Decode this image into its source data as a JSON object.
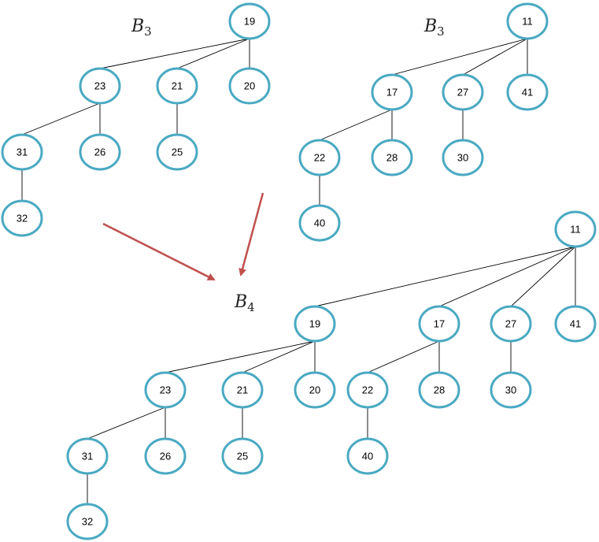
{
  "colors": {
    "node_outline": "#4aa9c2",
    "edge": "#000000",
    "arrow": "#c0504d",
    "background": "#ffffff"
  },
  "labels": {
    "left_tree": {
      "base": "B",
      "sub": "3"
    },
    "right_tree": {
      "base": "B",
      "sub": "3"
    },
    "merged_tree": {
      "base": "B",
      "sub": "4"
    }
  },
  "trees": {
    "left": {
      "nodes": [
        {
          "id": "L19",
          "key": "19"
        },
        {
          "id": "L23",
          "key": "23"
        },
        {
          "id": "L21",
          "key": "21"
        },
        {
          "id": "L20",
          "key": "20"
        },
        {
          "id": "L31",
          "key": "31"
        },
        {
          "id": "L26",
          "key": "26"
        },
        {
          "id": "L25",
          "key": "25"
        },
        {
          "id": "L32",
          "key": "32"
        }
      ],
      "edges": [
        [
          "L19",
          "L23"
        ],
        [
          "L19",
          "L21"
        ],
        [
          "L19",
          "L20"
        ],
        [
          "L23",
          "L31"
        ],
        [
          "L23",
          "L26"
        ],
        [
          "L21",
          "L25"
        ],
        [
          "L31",
          "L32"
        ]
      ]
    },
    "right": {
      "nodes": [
        {
          "id": "R11",
          "key": "11"
        },
        {
          "id": "R17",
          "key": "17"
        },
        {
          "id": "R27",
          "key": "27"
        },
        {
          "id": "R41",
          "key": "41"
        },
        {
          "id": "R22",
          "key": "22"
        },
        {
          "id": "R28",
          "key": "28"
        },
        {
          "id": "R30",
          "key": "30"
        },
        {
          "id": "R40",
          "key": "40"
        }
      ],
      "edges": [
        [
          "R11",
          "R17"
        ],
        [
          "R11",
          "R27"
        ],
        [
          "R11",
          "R41"
        ],
        [
          "R17",
          "R22"
        ],
        [
          "R17",
          "R28"
        ],
        [
          "R27",
          "R30"
        ],
        [
          "R22",
          "R40"
        ]
      ]
    },
    "merged": {
      "nodes": [
        {
          "id": "M11",
          "key": "11"
        },
        {
          "id": "M19",
          "key": "19"
        },
        {
          "id": "M17",
          "key": "17"
        },
        {
          "id": "M27",
          "key": "27"
        },
        {
          "id": "M41",
          "key": "41"
        },
        {
          "id": "M23",
          "key": "23"
        },
        {
          "id": "M21",
          "key": "21"
        },
        {
          "id": "M20",
          "key": "20"
        },
        {
          "id": "M22",
          "key": "22"
        },
        {
          "id": "M28",
          "key": "28"
        },
        {
          "id": "M30",
          "key": "30"
        },
        {
          "id": "M31",
          "key": "31"
        },
        {
          "id": "M26",
          "key": "26"
        },
        {
          "id": "M25",
          "key": "25"
        },
        {
          "id": "M40",
          "key": "40"
        },
        {
          "id": "M32",
          "key": "32"
        }
      ],
      "edges": [
        [
          "M11",
          "M19"
        ],
        [
          "M11",
          "M17"
        ],
        [
          "M11",
          "M27"
        ],
        [
          "M11",
          "M41"
        ],
        [
          "M19",
          "M23"
        ],
        [
          "M19",
          "M21"
        ],
        [
          "M19",
          "M20"
        ],
        [
          "M17",
          "M22"
        ],
        [
          "M17",
          "M28"
        ],
        [
          "M27",
          "M30"
        ],
        [
          "M23",
          "M31"
        ],
        [
          "M23",
          "M26"
        ],
        [
          "M21",
          "M25"
        ],
        [
          "M22",
          "M40"
        ],
        [
          "M31",
          "M32"
        ]
      ]
    }
  }
}
